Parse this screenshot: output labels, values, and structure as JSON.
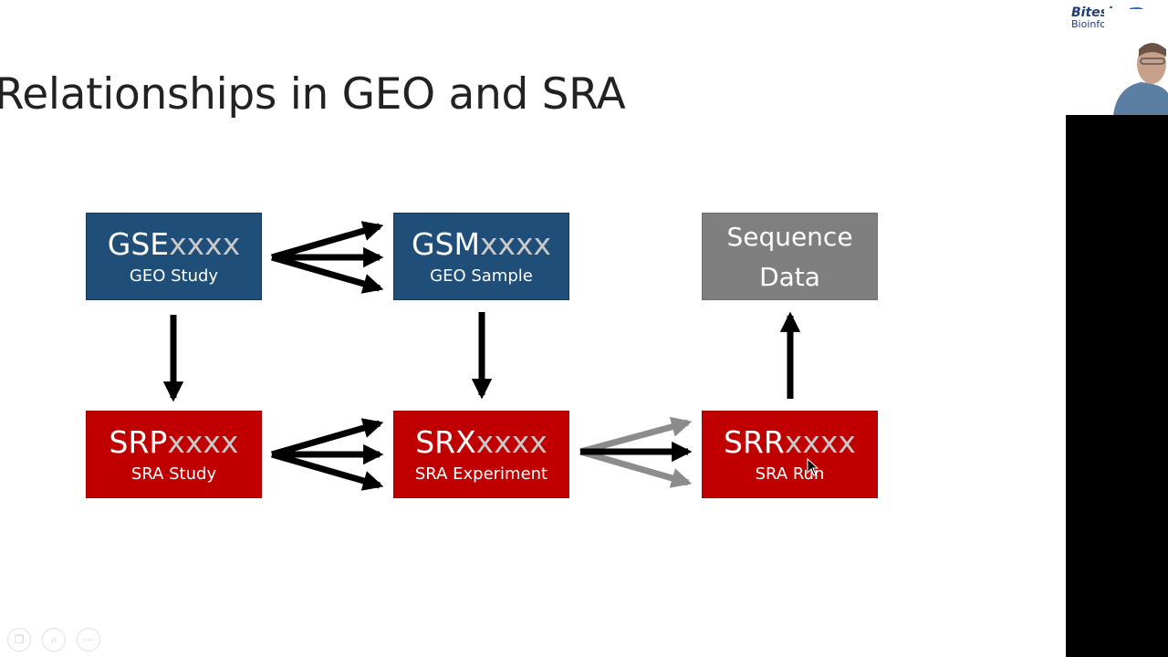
{
  "slide": {
    "title": "Relationships in GEO and SRA"
  },
  "nodes": {
    "gse": {
      "prefix": "GSE",
      "suffix": "xxxx",
      "label": "GEO Study"
    },
    "gsm": {
      "prefix": "GSM",
      "suffix": "xxxx",
      "label": "GEO Sample"
    },
    "seq": {
      "line1": "Sequence",
      "line2": "Data"
    },
    "srp": {
      "prefix": "SRP",
      "suffix": "xxxx",
      "label": "SRA Study"
    },
    "srx": {
      "prefix": "SRX",
      "suffix": "xxxx",
      "label": "SRA Experiment"
    },
    "srr": {
      "prefix": "SRR",
      "suffix": "xxxx",
      "label": "SRA Run"
    }
  },
  "logo": {
    "line1": "Bitesize",
    "line2": "Bioinformatics"
  },
  "colors": {
    "geo_blue": "#1f4e79",
    "sra_red": "#c00000",
    "data_gray": "#7f7f7f",
    "arrow_black": "#000000",
    "arrow_gray": "#8c8c8c"
  },
  "controls": {
    "icons": [
      "copy-icon",
      "zoom-icon",
      "more-icon"
    ]
  }
}
